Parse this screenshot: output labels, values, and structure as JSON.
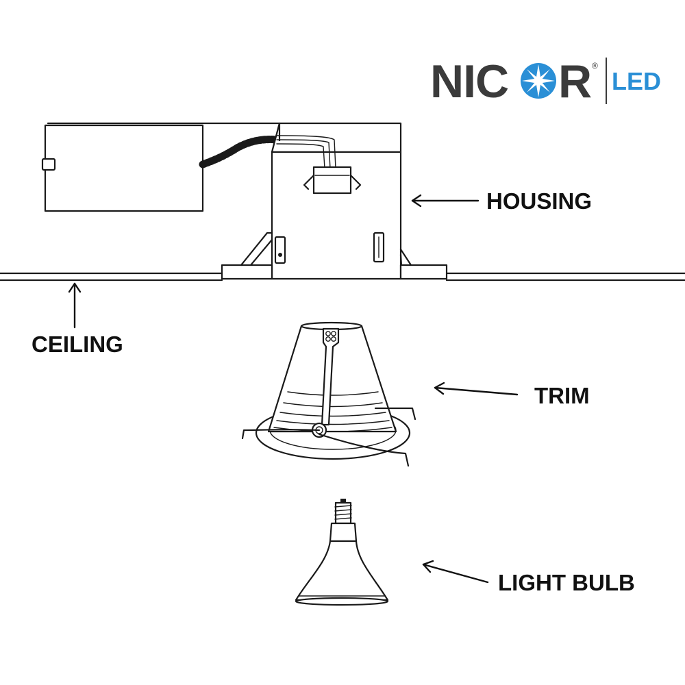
{
  "logo": {
    "brand_left": "NIC",
    "brand_right": "R",
    "registered_mark": "®",
    "product_line": "LED",
    "colors": {
      "wordmark": "#3b3b3b",
      "accent": "#2a8fd6"
    }
  },
  "labels": {
    "housing": "HOUSING",
    "ceiling": "CEILING",
    "trim": "TRIM",
    "light_bulb": "LIGHT BULB"
  }
}
